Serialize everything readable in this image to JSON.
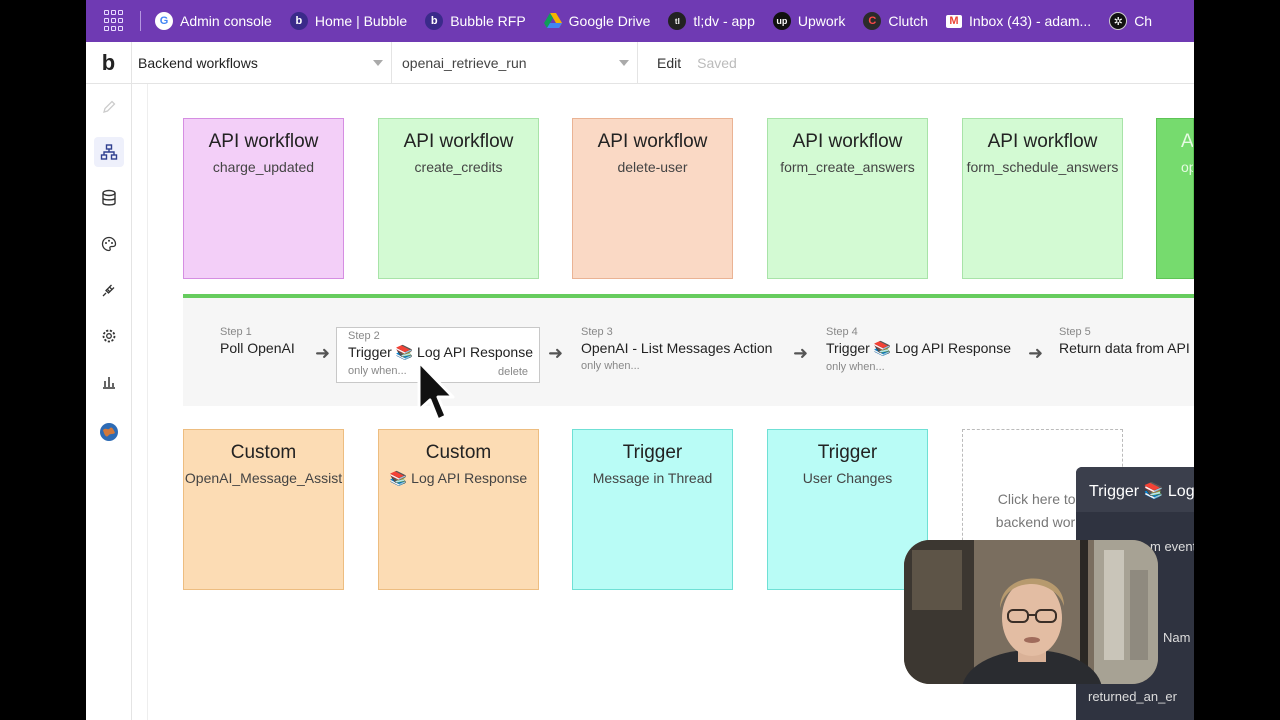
{
  "bookmarks": [
    {
      "label": "Admin console",
      "icon": "google-icon",
      "color": "#4285f4"
    },
    {
      "label": "Home | Bubble",
      "icon": "bubble-icon",
      "color": "#3a2a8a"
    },
    {
      "label": "Bubble RFP",
      "icon": "bubble-icon",
      "color": "#3a2a8a"
    },
    {
      "label": "Google Drive",
      "icon": "google-drive-icon",
      "color": "#f4b400"
    },
    {
      "label": "tl;dv - app",
      "icon": "tldv-icon",
      "color": "#222222"
    },
    {
      "label": "Upwork",
      "icon": "upwork-icon",
      "color": "#111111"
    },
    {
      "label": "Clutch",
      "icon": "clutch-icon",
      "color": "#d9383a"
    },
    {
      "label": "Inbox (43) - adam...",
      "icon": "gmail-icon",
      "color": "#ea4335"
    },
    {
      "label": "Ch",
      "icon": "chatgpt-icon",
      "color": "#111111"
    }
  ],
  "header": {
    "logo": "b",
    "page_select": "Backend workflows",
    "workflow_select": "openai_retrieve_run",
    "edit_label": "Edit",
    "saved_label": "Saved"
  },
  "sidebar": {
    "items": [
      {
        "name": "pencil-icon",
        "active": false
      },
      {
        "name": "workflow-icon",
        "active": true
      },
      {
        "name": "database-icon",
        "active": false
      },
      {
        "name": "palette-icon",
        "active": false
      },
      {
        "name": "plugin-icon",
        "active": false
      },
      {
        "name": "settings-icon",
        "active": false
      },
      {
        "name": "logs-icon",
        "active": false
      },
      {
        "name": "globe-icon",
        "active": false
      }
    ]
  },
  "top_cards": [
    {
      "title": "API workflow",
      "subtitle": "charge_updated",
      "color": "pink"
    },
    {
      "title": "API workflow",
      "subtitle": "create_credits",
      "color": "green"
    },
    {
      "title": "API workflow",
      "subtitle": "delete-user",
      "color": "salmon"
    },
    {
      "title": "API workflow",
      "subtitle": "form_create_answers",
      "color": "green"
    },
    {
      "title": "API workflow",
      "subtitle": "form_schedule_answers",
      "color": "green"
    },
    {
      "title": "A",
      "subtitle": "ope",
      "color": "brightgreen"
    }
  ],
  "steps": [
    {
      "label": "Step 1",
      "name": "Poll OpenAI",
      "condition": ""
    },
    {
      "label": "Step 2",
      "name": "Trigger 📚 Log API Response",
      "condition": "only when...",
      "delete": "delete"
    },
    {
      "label": "Step 3",
      "name": "OpenAI - List Messages Action",
      "condition": "only when..."
    },
    {
      "label": "Step 4",
      "name": "Trigger 📚 Log API Response",
      "condition": "only when..."
    },
    {
      "label": "Step 5",
      "name": "Return data from API",
      "condition": ""
    }
  ],
  "bottom_cards": [
    {
      "title": "Custom",
      "subtitle": "OpenAI_Message_Assist",
      "color": "orange"
    },
    {
      "title": "Custom",
      "subtitle": "📚 Log API Response",
      "color": "orange"
    },
    {
      "title": "Trigger",
      "subtitle": "Message in Thread",
      "color": "cyan"
    },
    {
      "title": "Trigger",
      "subtitle": "User Changes",
      "color": "cyan"
    }
  ],
  "add_card": {
    "line1": "Click here to a",
    "line2": "backend workfl"
  },
  "property_panel": {
    "title": "Trigger 📚 Log",
    "line_event": "m event",
    "line_name": "Nam",
    "line_returned": "returned_an_er"
  }
}
